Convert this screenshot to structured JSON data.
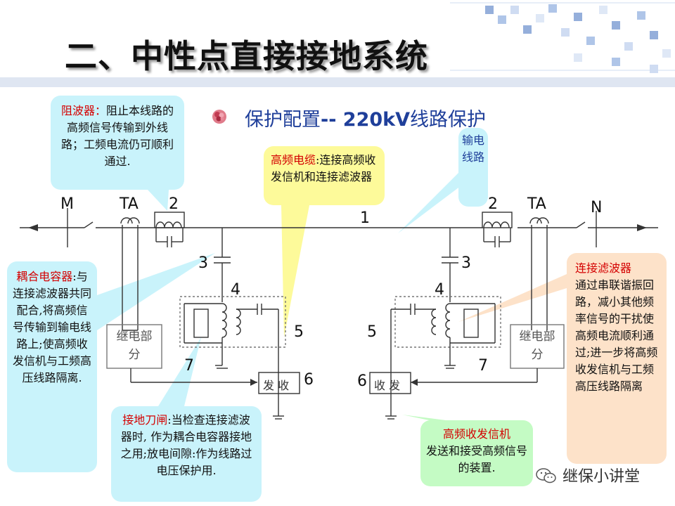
{
  "title": "二、中性点直接接地系统",
  "subtitle": {
    "cn": "保护配置",
    "latin": "-- 220kV",
    "cn2": "线路保护"
  },
  "callouts": {
    "wave_trap": {
      "head": "阻波器：",
      "body": "阻止本线路的高频信号传输到外线路；工频电流仍可顺利通过."
    },
    "hf_cable": {
      "head": "高频电缆",
      "body": ":连接高频收发信机和连接滤波器"
    },
    "transmission_line": "输电线路",
    "coupling_capacitor": {
      "head": "耦合电容器",
      "body": ":与连接滤波器共同配合,将高频信号传输到输电线路上;使高频收发信机与工频高压线路隔离."
    },
    "connecting_filter": {
      "head": "连接滤波器",
      "body": "通过串联谐振回路，减小其他频率信号的干扰使高频电流顺利通过;进一步将高频收发信机与工频高压线路隔离"
    },
    "grounding_switch": {
      "head": "接地刀闸",
      "body": ":当检查连接滤波器时, 作为耦合电容器接地之用;放电间隙:作为线路过电压保护用."
    },
    "transceiver": {
      "head": "高频收发信机",
      "body": "发送和接受高频信号的装置."
    }
  },
  "labels": {
    "M": "M",
    "N": "N",
    "TA_left": "TA",
    "TA_right": "TA",
    "n1": "1",
    "n2_left": "2",
    "n2_right": "2",
    "n3_left": "3",
    "n3_right": "3",
    "n4_left": "4",
    "n4_right": "4",
    "n5_left": "5",
    "n5_right": "5",
    "n6_left": "6",
    "n6_right": "6",
    "n7_left": "7",
    "n7_right": "7"
  },
  "boxes": {
    "relay_left": "继电部分",
    "relay_right": "继电部分",
    "tx_left": "发 收",
    "tx_right": "收 发"
  },
  "watermark": "继保小讲堂",
  "colors": {
    "title": "#111111",
    "subtitle": "#1f3f9a",
    "highlight": "#d40000",
    "cyan": "#c9f3fb",
    "yellow": "#fdfa9a",
    "peach": "#fde2c9",
    "green": "#c4fbc4"
  }
}
